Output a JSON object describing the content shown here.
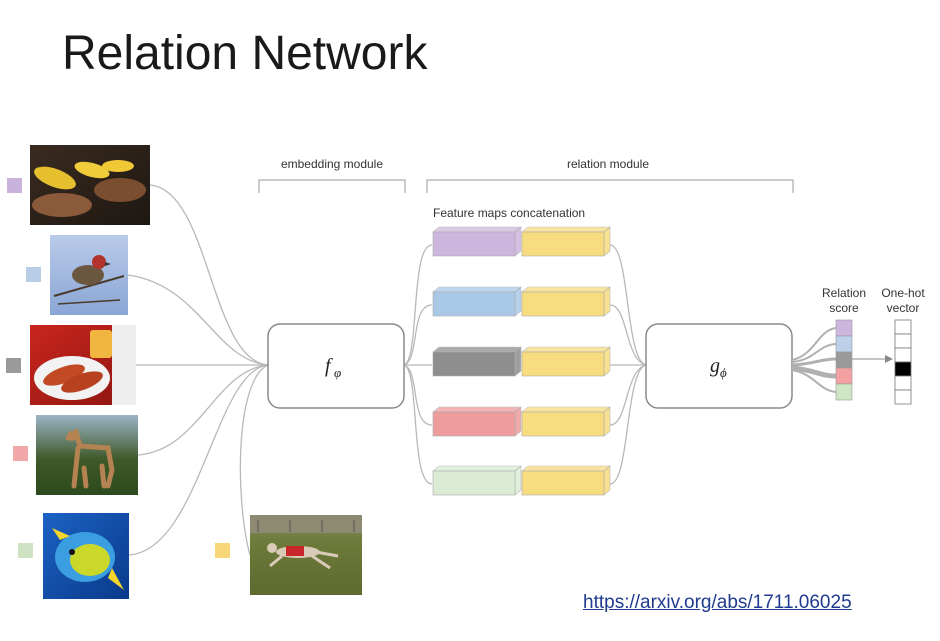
{
  "slide": {
    "title": "Relation Network",
    "link_text": "https://arxiv.org/abs/1711.06025"
  },
  "diagram": {
    "embedding_label": "embedding module",
    "relation_label": "relation module",
    "concat_label": "Feature maps concatenation",
    "f_symbol": "f",
    "f_subscript": "φ",
    "g_symbol": "g",
    "g_subscript": "ϕ",
    "score_label_line1": "Relation",
    "score_label_line2": "score",
    "onehot_label_line1": "One-hot",
    "onehot_label_line2": "vector",
    "support_images": [
      {
        "name": "grilled-food-photo",
        "tag_color": "#c9b3dd"
      },
      {
        "name": "bird-photo",
        "tag_color": "#b8cde6"
      },
      {
        "name": "hotdog-photo",
        "tag_color": "#9a9a9a"
      },
      {
        "name": "dog-photo",
        "tag_color": "#f2a8a8"
      },
      {
        "name": "fish-photo",
        "tag_color": "#cfe3c4"
      }
    ],
    "query_image": {
      "name": "running-dog-photo",
      "tag_color": "#f7d77a"
    },
    "feature_colors": [
      "#cdb6de",
      "#a9c8e6",
      "#8e8e8e",
      "#ee9c9c",
      "#dcecd4"
    ],
    "query_feature_color": "#f8dc80",
    "score_colors": [
      "#cdb6de",
      "#bcd0ea",
      "#9a9a9a",
      "#f2a0a0",
      "#cfe6c4"
    ],
    "onehot_cells": 6,
    "onehot_active_index": 3
  }
}
